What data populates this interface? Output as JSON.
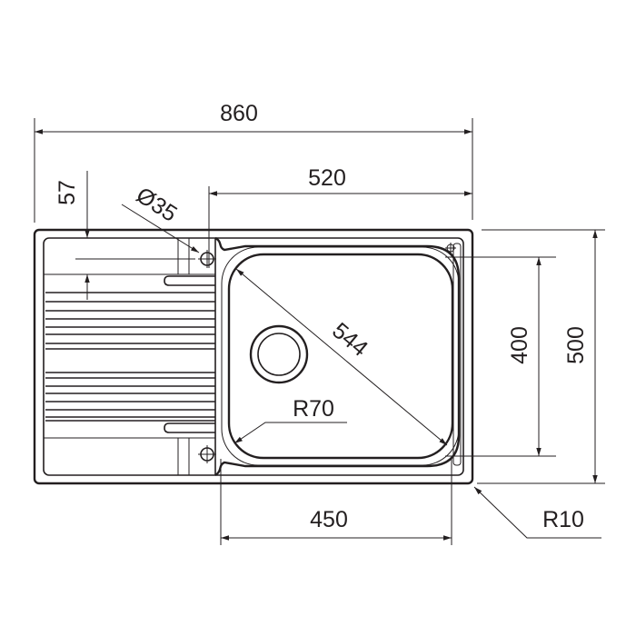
{
  "title": "Sink technical drawing",
  "colors": {
    "line": "#231f20",
    "background": "#ffffff"
  },
  "dimensions": {
    "overall_width": "860",
    "bowl_offset_width": "520",
    "tap_hole_offset": "57",
    "tap_hole_diameter": "Ø35",
    "bowl_diagonal": "544",
    "bowl_corner_radius": "R70",
    "bowl_height": "400",
    "overall_depth": "500",
    "bowl_width": "450",
    "outer_corner_radius": "R10"
  }
}
